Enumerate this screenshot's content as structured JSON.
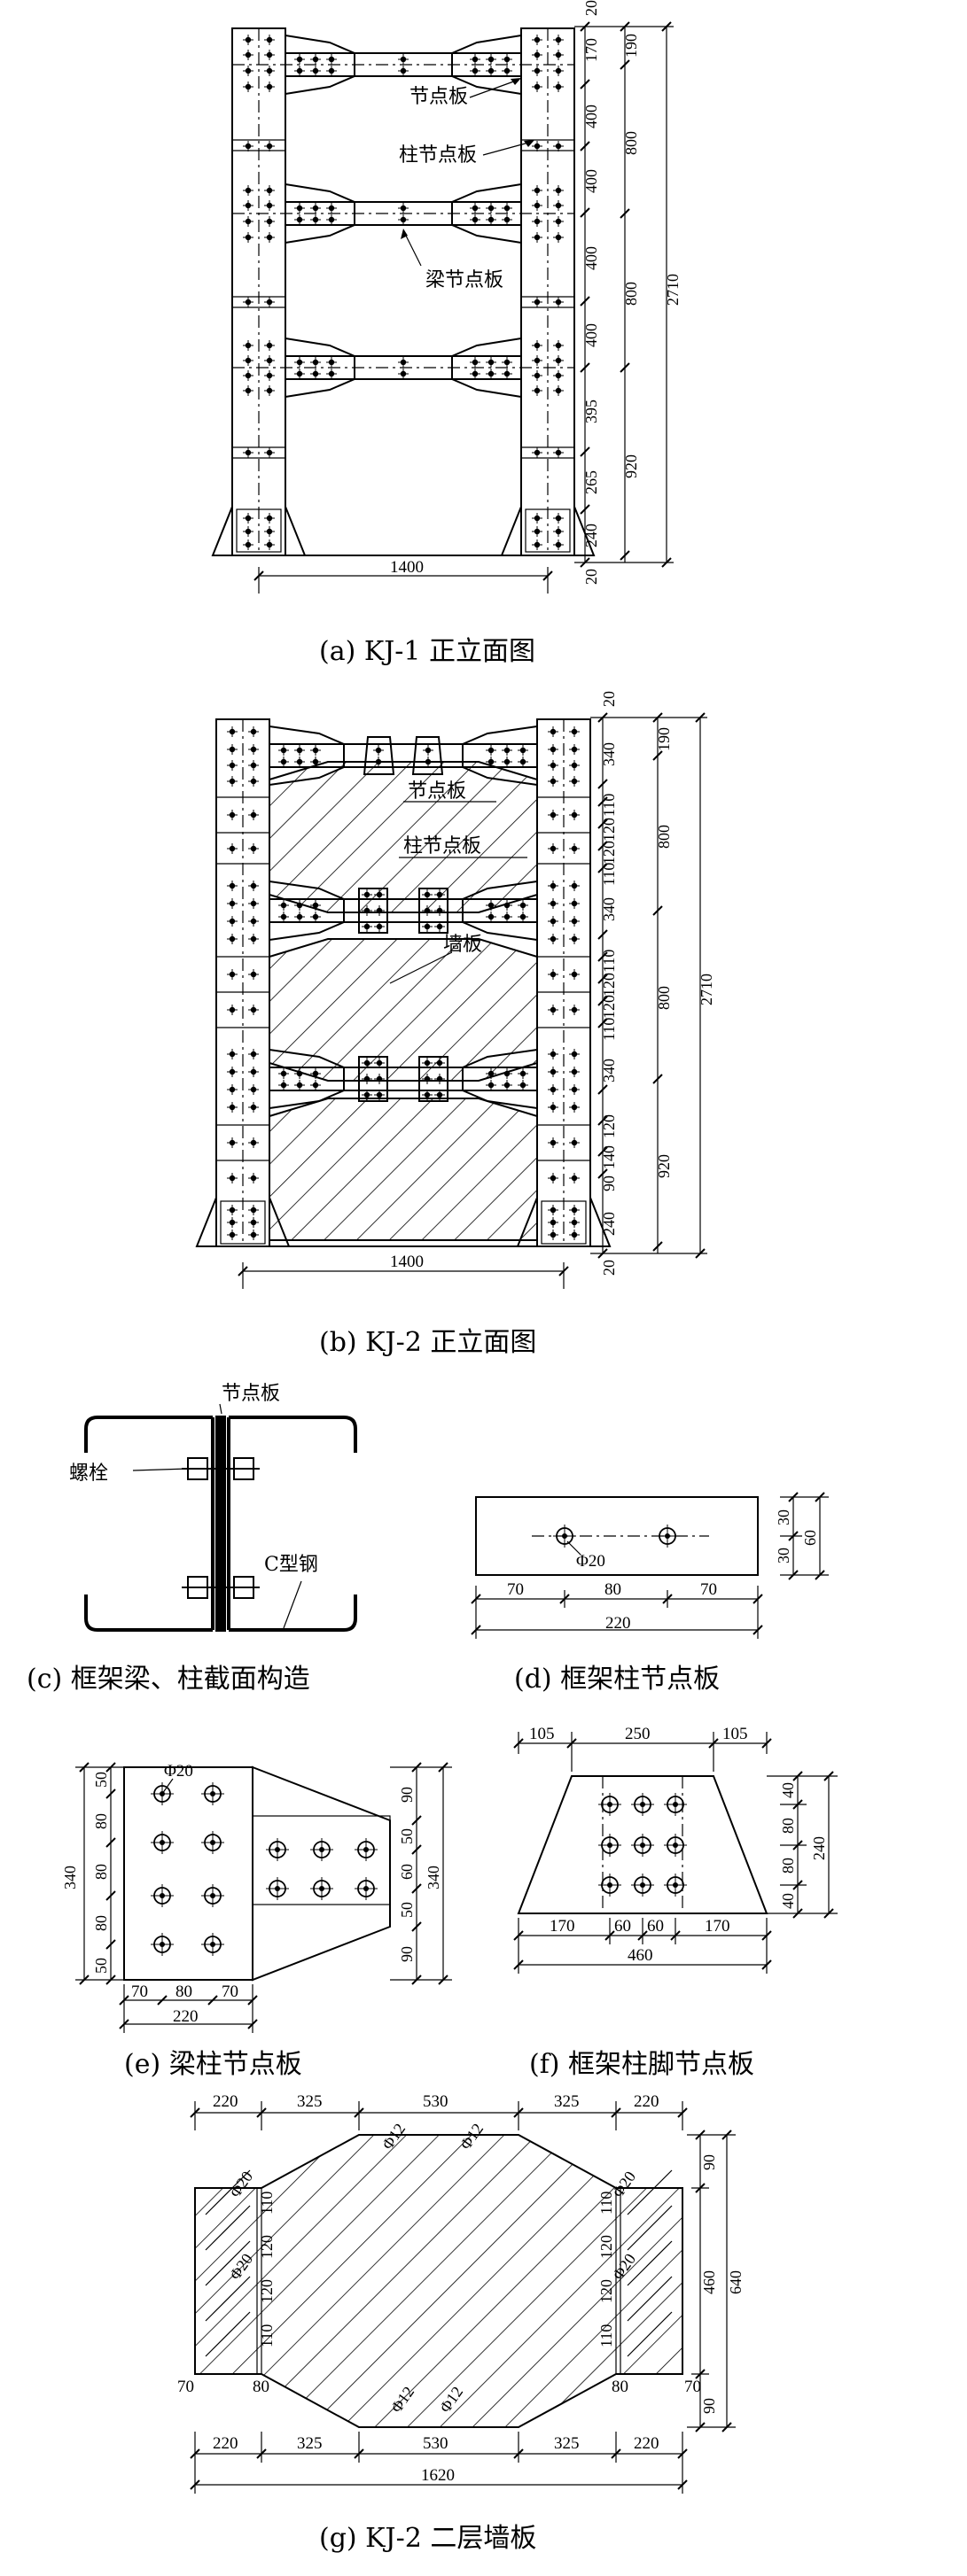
{
  "captions": {
    "a": "(a) KJ-1 正立面图",
    "b": "(b) KJ-2 正立面图",
    "c": "(c)  框架梁、柱截面构造",
    "d": "(d)  框架柱节点板",
    "e": "(e)  梁柱节点板",
    "f": "(f)  框架柱脚节点板",
    "g": "(g) KJ-2 二层墙板"
  },
  "labels": {
    "node_plate": "节点板",
    "column_node_plate": "柱节点板",
    "beam_node_plate": "梁节点板",
    "wall_plate": "墙板",
    "bolt": "螺栓",
    "c_steel": "C型钢",
    "phi20": "Φ20",
    "phi12": "Φ12"
  },
  "dims": {
    "a": {
      "width": "1400",
      "top20": "20",
      "bottom20": "20",
      "inner": [
        "170",
        "400",
        "400",
        "400",
        "400",
        "395",
        "265",
        "240"
      ],
      "mid": [
        "190",
        "800",
        "800",
        "920"
      ],
      "total": "2710"
    },
    "b": {
      "width": "1400",
      "top20": "20",
      "bottom20": "20",
      "inner": [
        "340",
        "110",
        "120",
        "120",
        "110",
        "340",
        "110",
        "120",
        "120",
        "110",
        "340",
        "120",
        "140",
        "90",
        "240"
      ],
      "mid": [
        "190",
        "800",
        "800",
        "920"
      ],
      "total": "2710"
    },
    "d": {
      "bottom": [
        "70",
        "80",
        "70"
      ],
      "total": "220",
      "right": [
        "30",
        "30"
      ],
      "right_total": "60"
    },
    "e": {
      "left": [
        "50",
        "80",
        "80",
        "80",
        "50"
      ],
      "left_total": "340",
      "bottom": [
        "70",
        "80",
        "70"
      ],
      "bottom_total": "220",
      "right": [
        "90",
        "50",
        "60",
        "50",
        "90"
      ],
      "right_total": "340"
    },
    "f": {
      "top": [
        "105",
        "250",
        "105"
      ],
      "bottom": [
        "170",
        "60",
        "60",
        "170"
      ],
      "bottom_total": "460",
      "right": [
        "40",
        "80",
        "80",
        "40"
      ],
      "right_total": "240"
    },
    "g": {
      "top": [
        "220",
        "325",
        "530",
        "325",
        "220"
      ],
      "bottom": [
        "220",
        "325",
        "530",
        "325",
        "220"
      ],
      "total": "1620",
      "left": [
        "110",
        "120",
        "120",
        "110"
      ],
      "right": [
        "110",
        "120",
        "120",
        "110"
      ],
      "right_outer": [
        "90",
        "460",
        "90"
      ],
      "right_total": "640",
      "small": [
        "70",
        "80",
        "80",
        "70"
      ]
    }
  }
}
